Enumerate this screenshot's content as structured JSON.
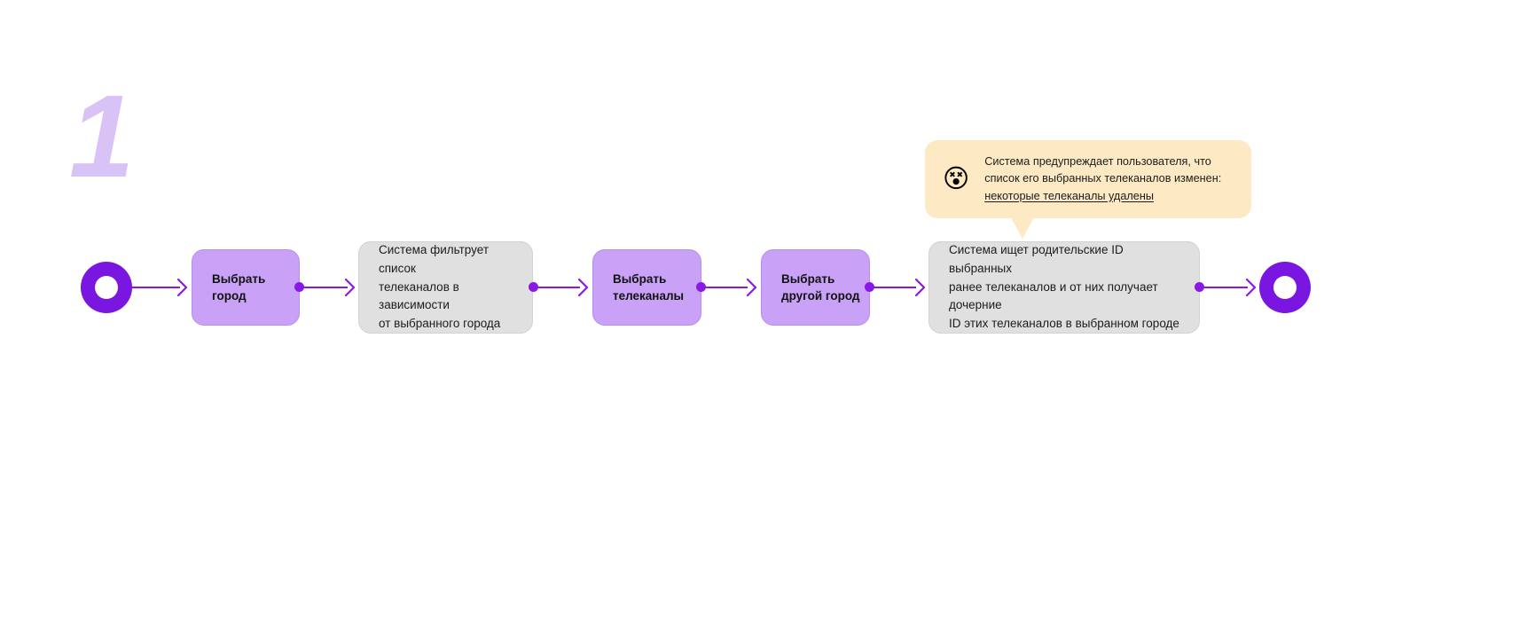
{
  "diagram": {
    "step_number": "1",
    "colors": {
      "task_fill": "#c9a2f7",
      "note_fill": "#e0e0e0",
      "connector": "#8b19e6",
      "terminal": "#7916e0",
      "callout_fill": "#fdeac4",
      "numeral": "#d9c2f5"
    },
    "start_node_label": "start-event",
    "end_node_label": "end-event",
    "nodes": [
      {
        "id": "task-select-city",
        "kind": "task",
        "text": "Выбрать\nгород"
      },
      {
        "id": "note-filter-channels",
        "kind": "note",
        "text": "Система фильтрует список\nтелеканалов в зависимости\nот выбранного города"
      },
      {
        "id": "task-select-channels",
        "kind": "task",
        "text": "Выбрать\nтелеканалы"
      },
      {
        "id": "task-select-other-city",
        "kind": "task",
        "text": "Выбрать\nдругой город"
      },
      {
        "id": "note-resolve-ids",
        "kind": "note",
        "text": "Система ищет родительские ID выбранных\nранее телеканалов и от них получает дочерние\nID этих телеканалов в выбранном городе"
      }
    ],
    "callout": {
      "emoji": "😵",
      "emoji_name": "dizzy-face-emoji",
      "line1": "Система предупреждает пользователя, что",
      "line2": "список его выбранных телеканалов изменен:",
      "link": "некоторые телеканалы удалены"
    }
  }
}
